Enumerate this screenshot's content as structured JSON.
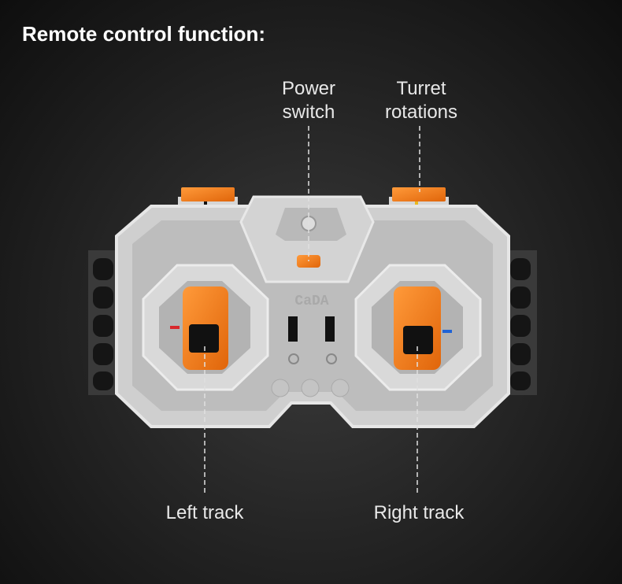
{
  "title": "Remote control function:",
  "labels": {
    "power_switch": [
      "Power",
      "switch"
    ],
    "turret_rotations": [
      "Turret",
      "rotations"
    ],
    "left_track": "Left track",
    "right_track": "Right track"
  },
  "brand": "CaDA",
  "colors": {
    "orange": "#f57f17",
    "body": "#c9c9c9",
    "accent_red": "#d8282c",
    "accent_blue": "#1f63d6",
    "accent_yellow": "#e8b820"
  }
}
